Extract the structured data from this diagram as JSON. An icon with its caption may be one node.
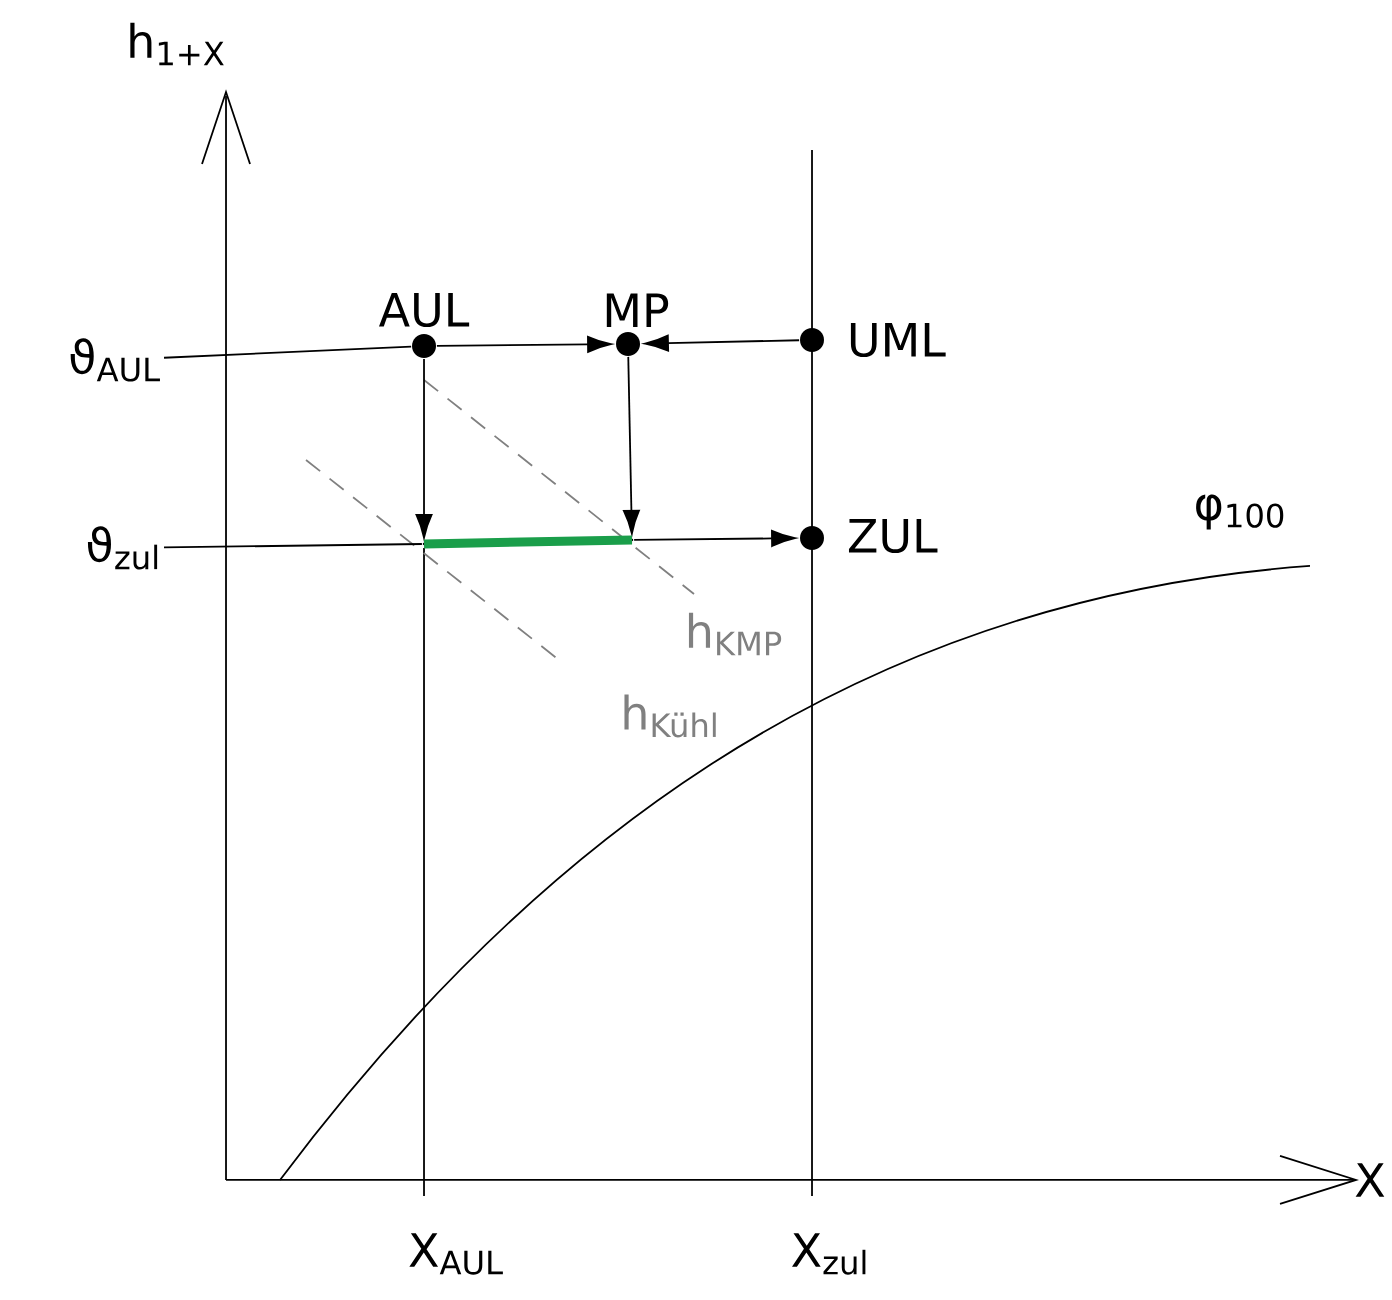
{
  "diagram": {
    "nodes": [
      {
        "text": [
          "ϑ$_{AUL}$"
        ]
      },
      {
        "text": [],
        "shape": "circle",
        "beside": [
          "AUL"
        ]
      },
      {
        "text": [],
        "shape": "circle",
        "beside": [
          "MP"
        ]
      },
      {
        "text": [],
        "shape": "circle",
        "beside": [
          "UML"
        ]
      },
      {
        "text": [
          "ϑ$_{zul}$"
        ]
      },
      {
        "text": [],
        "shape": "point"
      },
      {
        "text": [],
        "shape": "point"
      },
      {
        "text": [],
        "shape": "circle",
        "beside": [
          "ZUL"
        ]
      }
    ],
    "edges": [
      {
        "from": 0,
        "to": 1,
        "arrow": "none"
      },
      {
        "from": 1,
        "to": 2,
        "arrow": "to"
      },
      {
        "from": 3,
        "to": 2,
        "arrow": "to"
      },
      {
        "from": 1,
        "to": 5,
        "arrow": "to"
      },
      {
        "from": 2,
        "to": 6,
        "arrow": "to"
      },
      {
        "from": 4,
        "to": 5,
        "arrow": "none"
      },
      {
        "from": 5,
        "to": 6,
        "arrow": "none",
        "style": "thick",
        "color": "#1a9e4a"
      },
      {
        "from": 6,
        "to": 7,
        "arrow": "to"
      }
    ],
    "labels": [
      "h$_{1+X}$",
      "φ$_{100}$",
      "h$_{KMP}$",
      "h$_{Kühl}$",
      "X",
      "X$_{AUL}$",
      "X$_{zul}$"
    ]
  }
}
